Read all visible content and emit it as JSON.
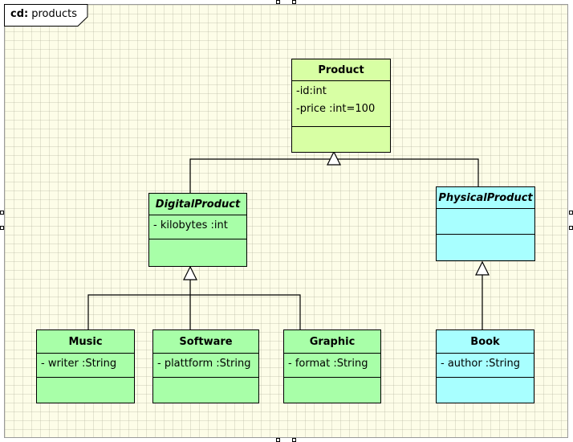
{
  "diagram": {
    "frame_kind": "cd:",
    "frame_name": "products"
  },
  "classes": {
    "product": {
      "name": "Product",
      "attributes": [
        "-id:int",
        "-price :int=100"
      ]
    },
    "digital": {
      "name": "DigitalProduct",
      "abstract": true,
      "attributes": [
        "- kilobytes  :int"
      ]
    },
    "physical": {
      "name": "PhysicalProduct",
      "abstract": true,
      "attributes": []
    },
    "music": {
      "name": "Music",
      "attributes": [
        "- writer :String"
      ]
    },
    "software": {
      "name": "Software",
      "attributes": [
        "- plattform   :String"
      ]
    },
    "graphic": {
      "name": "Graphic",
      "attributes": [
        "- format :String"
      ]
    },
    "book": {
      "name": "Book",
      "attributes": [
        "- author :String"
      ]
    }
  },
  "colors": {
    "product_fill": "#d8ffa4",
    "digital_fill": "#a8ffa8",
    "physical_fill": "#a8ffff",
    "canvas": "#fdfde8"
  }
}
